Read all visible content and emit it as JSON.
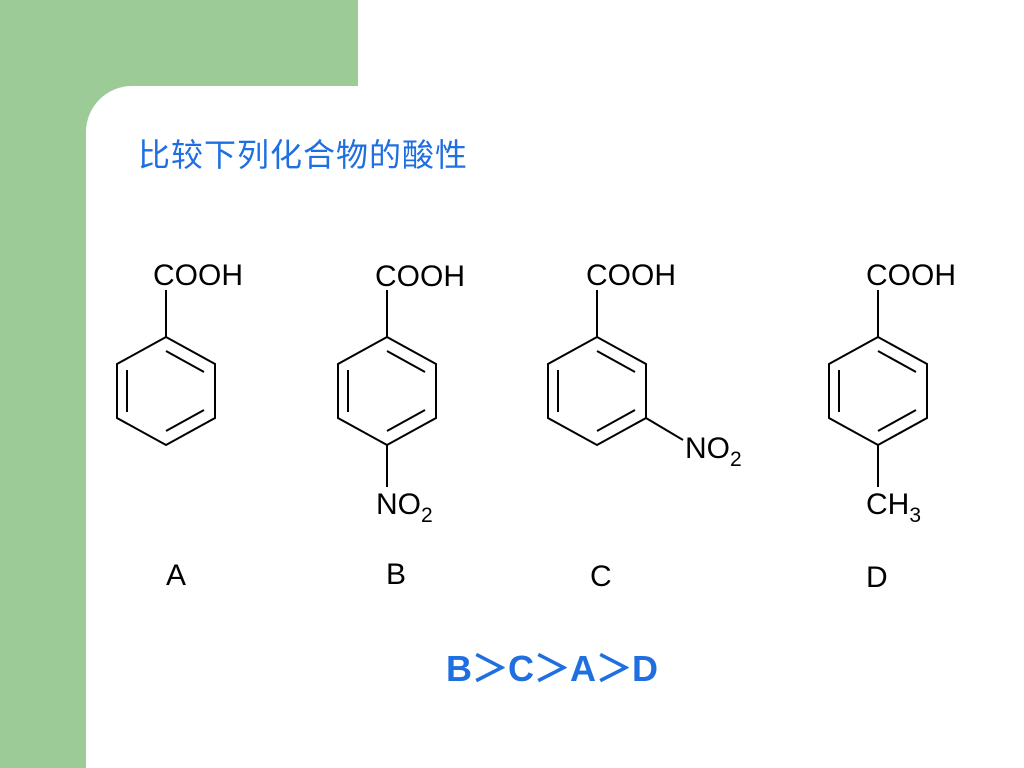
{
  "slide": {
    "title": "比较下列化合物的酸性",
    "compounds": [
      {
        "label": "A",
        "top": "COOH",
        "para": "",
        "meta": ""
      },
      {
        "label": "B",
        "top": "COOH",
        "para": "NO",
        "para_sub": "2",
        "meta": ""
      },
      {
        "label": "C",
        "top": "COOH",
        "para": "",
        "meta": "NO",
        "meta_sub": "2"
      },
      {
        "label": "D",
        "top": "COOH",
        "para": "CH",
        "para_sub": "3",
        "meta": ""
      }
    ],
    "answer": "B＞C＞A＞D"
  },
  "colors": {
    "accent": "#1f6fe0",
    "background": "#9ccb98"
  }
}
